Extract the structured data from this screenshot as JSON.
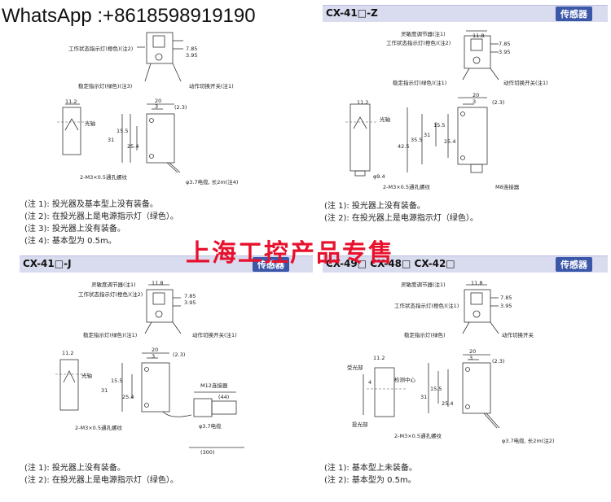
{
  "watermark_top": "WhatsApp :+8618598919190",
  "watermark_center": "上海工控产品专售",
  "panels": {
    "top_left": {
      "callouts": [
        "工作状态指示灯(橙色)(注2)",
        "稳定指示灯(绿色)(注3)",
        "动作切换开关(注1)"
      ],
      "dims": [
        "7.85",
        "3.95",
        "11.2",
        "20",
        "3",
        "(2.3)",
        "光轴",
        "15.5",
        "31",
        "25.4",
        "2-M3×0.5通孔螺纹",
        "φ3.7电缆, 长2m(注4)"
      ],
      "notes": [
        "(注 1): 投光器及基本型上没有装备。",
        "(注 2): 在投光器上是电源指示灯（绿色）。",
        "(注 3): 投光器上没有装备。",
        "(注 4): 基本型为 0.5m。"
      ]
    },
    "top_right": {
      "title": "CX-41□-Z",
      "badge": "传感器",
      "callouts": [
        "灵敏度调节器(注1)",
        "工作状态指示灯(橙色)(注2)",
        "稳定指示灯(绿色)(注1)",
        "动作切换开关(注1)"
      ],
      "dims": [
        "11.8",
        "7.85",
        "3.95",
        "11.2",
        "20",
        "3",
        "(2.3)",
        "光轴",
        "15.5",
        "31",
        "25.4",
        "35.5",
        "42.5",
        "φ9.4",
        "2-M3×0.5通孔螺纹",
        "M8连接器"
      ],
      "notes": [
        "(注 1): 投光器上没有装备。",
        "(注 2): 在投光器上是电源指示灯（绿色）。"
      ]
    },
    "bottom_left": {
      "title": "CX-41□-J",
      "badge": "传感器",
      "callouts": [
        "灵敏度调节器(注1)",
        "工作状态指示灯(橙色)(注2)",
        "稳定指示灯(绿色)(注1)",
        "动作切换开关(注1)"
      ],
      "dims": [
        "11.8",
        "7.85",
        "3.95",
        "11.2",
        "20",
        "3",
        "(2.3)",
        "光轴",
        "15.5",
        "31",
        "25.4",
        "M12连接器",
        "(44)",
        "φ3.7电缆",
        "(300)",
        "2-M3×0.5通孔螺纹"
      ],
      "notes": [
        "(注 1): 投光器上没有装备。",
        "(注 2): 在投光器上是电源指示灯（绿色）。"
      ]
    },
    "bottom_right": {
      "title": "CX-49□  CX-48□  CX-42□",
      "badge": "传感器",
      "callouts": [
        "灵敏度调节器(注1)",
        "工作状态指示灯(橙色)(注1)",
        "稳定指示灯(绿色)",
        "动作切换开关"
      ],
      "dims": [
        "11.8",
        "7.85",
        "3.95",
        "11.2",
        "20",
        "3",
        "(2.3)",
        "受光部",
        "检测中心",
        "4",
        "15.5",
        "31",
        "25.4",
        "投光部",
        "2-M3×0.5通孔螺纹",
        "φ3.7电缆, 长2m(注2)"
      ],
      "notes": [
        "(注 1): 基本型上未装备。",
        "(注 2): 基本型为 0.5m。"
      ]
    }
  },
  "colors": {
    "header_bg": "#d9dcef",
    "badge_bg": "#3b57a8",
    "watermark_red": "#e8112d"
  }
}
